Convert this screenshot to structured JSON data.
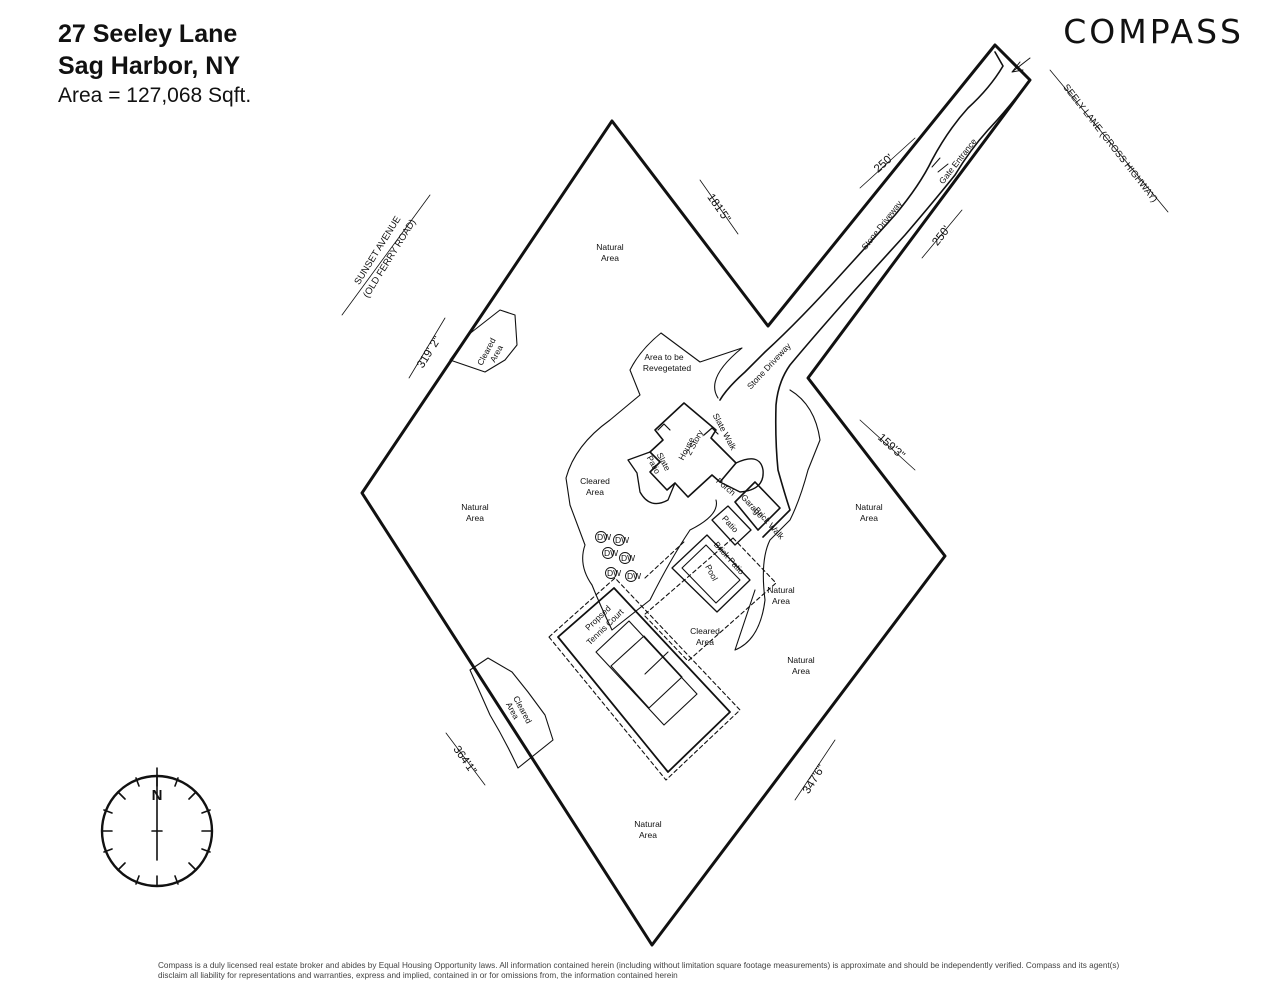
{
  "header": {
    "address_line1": "27 Seeley Lane",
    "address_line2": "Sag Harbor, NY",
    "area": "Area = 127,068 Sqft."
  },
  "brand": {
    "logo": "COMPASS"
  },
  "roads": {
    "seely_lane": "SEELY LANE (CROSS HIGHWAY)",
    "sunset_avenue_line1": "SUNSET AVENUE",
    "sunset_avenue_line2": "(OLD FERRY ROAD)"
  },
  "dimensions": {
    "d1815": "181'5\"",
    "d250a": "250'",
    "d250b": "250'",
    "d3192": "319' 2\"",
    "d1593": "159'3\"",
    "d3641": "364'1\"",
    "d3476": "347'6\""
  },
  "labels": {
    "natural_area_line1": "Natural",
    "natural_area_line2": "Area",
    "cleared_area_line1": "Cleared",
    "cleared_area_line2": "Area",
    "revegetated_line1": "Area to be",
    "revegetated_line2": "Revegetated",
    "stone_driveway": "Stone Driveway",
    "gate_entrance": "Gate Entrance",
    "house_line1": "2 Story",
    "house_line2": "House",
    "slate_patio_line1": "Slate",
    "slate_patio_line2": "Patio",
    "porch": "Porch",
    "garage": "Garage",
    "patio": "Patio",
    "brick_patio": "Brick Patio",
    "brick_walk": "Brick Walk",
    "slate_walk": "Slate Walk",
    "pool": "Pool",
    "tennis_line1": "Propsed",
    "tennis_line2": "Tennis Court",
    "dw": "DW"
  },
  "compass": {
    "north": "N"
  },
  "colors": {
    "ink": "#111111",
    "background": "#ffffff",
    "footer_text": "#444444"
  },
  "footer": {
    "disclaimer": "Compass is a duly licensed real estate broker and abides by Equal Housing Opportunity laws.  All information contained herein (including without limitation square footage measurements) is approximate and should be independently verified. Compass and its agent(s) disclaim all liability for representations and warranties, express and implied, contained in or for omissions from, the information contained herein"
  }
}
